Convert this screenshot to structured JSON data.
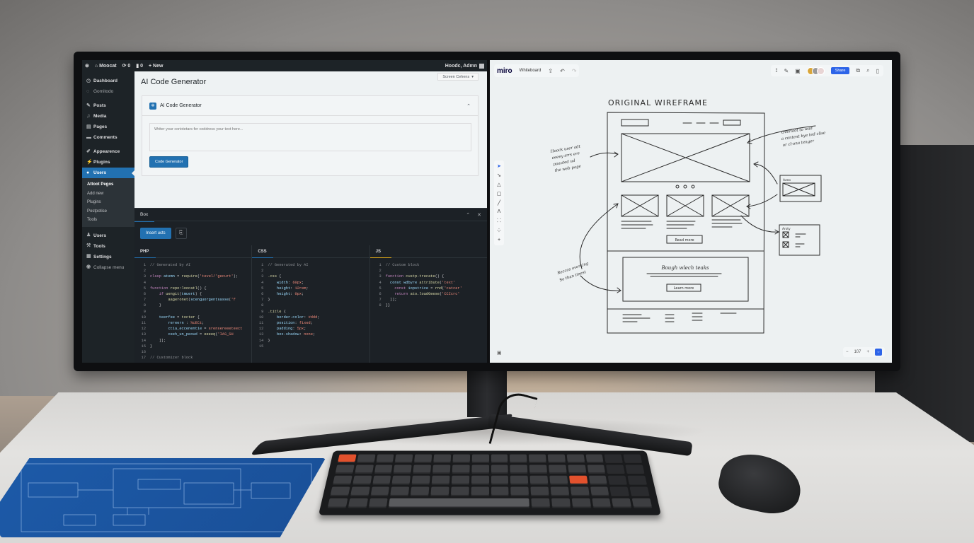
{
  "left_screen": {
    "admin_bar": {
      "site_name": "Moocat",
      "updates_count": "0",
      "comments_count": "0",
      "new_label": "+ New",
      "greeting": "Hoodc, Admn"
    },
    "sidebar": {
      "items": [
        {
          "label": "Dashboard",
          "icon": "dashboard-icon"
        },
        {
          "label": "Gomitodo",
          "icon": "gauge-icon"
        },
        {
          "label": "Posts",
          "icon": "pin-icon"
        },
        {
          "label": "Media",
          "icon": "media-icon"
        },
        {
          "label": "Pages",
          "icon": "pages-icon"
        },
        {
          "label": "Comments",
          "icon": "comment-icon"
        },
        {
          "label": "Appearence",
          "icon": "brush-icon"
        },
        {
          "label": "Plugins",
          "icon": "plug-icon"
        },
        {
          "label": "Users",
          "icon": "users-icon",
          "active": true
        }
      ],
      "submenu": [
        "Attoot Pegos",
        "Add new",
        "Plugins",
        "Postpotise",
        "Tools"
      ],
      "items_after": [
        {
          "label": "Users",
          "icon": "user-icon"
        },
        {
          "label": "Tools",
          "icon": "wrench-icon"
        },
        {
          "label": "Settings",
          "icon": "settings-icon"
        },
        {
          "label": "Collapse menu",
          "icon": "collapse-icon"
        }
      ]
    },
    "content": {
      "page_title": "AI Code Generator",
      "screen_options": "Screen Cehens",
      "postbox_title": "AI Code Generator",
      "textarea_placeholder": "Writer your coriotetars fer coddress your text here...",
      "generate_button": "Code Generator"
    },
    "code_panel": {
      "tab": "Box",
      "insert_button": "Insert ucts",
      "columns": [
        {
          "name": "PHP",
          "accent": "#2271b1",
          "lines": [
            {
              "n": "1",
              "html": "<span class='c-cm'>// Generated by AI</span>"
            },
            {
              "n": "2",
              "html": ""
            },
            {
              "n": "3",
              "html": "<span class='c-kw'>clasp</span> <span class='c-var'>atemn</span> = <span class='c-fn'>require</span>(<span class='c-str'>'tevel/'gecurt'</span>);"
            },
            {
              "n": "4",
              "html": ""
            },
            {
              "n": "5",
              "html": "<span class='c-kw'>function</span> <span class='c-fn'>repo:loocatl</span>() {"
            },
            {
              "n": "6",
              "html": "    <span class='c-kw'>if</span> <span class='c-fn'>uengit</span>(<span class='c-var'>tmuert</span>) {"
            },
            {
              "n": "7",
              "html": "        <span class='c-fn'>aageronet</span>(<span class='c-var'>scenguorgentsasse</span>(<span class='c-str'>'f</span>"
            },
            {
              "n": "8",
              "html": "    }"
            },
            {
              "n": "9",
              "html": ""
            },
            {
              "n": "10",
              "html": "    <span class='c-var'>teerfee</span> = <span class='c-fn'>tocter</span> {"
            },
            {
              "n": "11",
              "html": "        <span class='c-pr'>rereern</span> : <span class='c-str'>%cECt</span>;"
            },
            {
              "n": "12",
              "html": "        <span class='c-pr'>ctia_eccenentie</span> = <span class='c-str'>srensereeeteect</span>"
            },
            {
              "n": "13",
              "html": "        <span class='c-pr'>ceeh_un_peoud</span> = <span class='c-fn'>eeeeq</span>(<span class='c-str'>'IAS_SH</span>"
            },
            {
              "n": "14",
              "html": "    ]];"
            },
            {
              "n": "15",
              "html": "}"
            },
            {
              "n": "16",
              "html": ""
            },
            {
              "n": "17",
              "html": "<span class='c-cm'>// Customizer block</span>"
            }
          ]
        },
        {
          "name": "CSS",
          "accent": "#2271b1",
          "lines": [
            {
              "n": "1",
              "html": "<span class='c-cm'>// Generated by AI</span>"
            },
            {
              "n": "2",
              "html": ""
            },
            {
              "n": "3",
              "html": "<span class='c-fn'>.css</span> {"
            },
            {
              "n": "4",
              "html": "    <span class='c-pr'>width</span>: <span class='c-str'>60px</span>;"
            },
            {
              "n": "5",
              "html": "    <span class='c-pr'>height</span>: <span class='c-str'>12rem</span>;"
            },
            {
              "n": "6",
              "html": "    <span class='c-pr'>height</span>: <span class='c-str'>0px</span>;"
            },
            {
              "n": "7",
              "html": "}"
            },
            {
              "n": "8",
              "html": ""
            },
            {
              "n": "9",
              "html": "<span class='c-fn'>.title</span> {"
            },
            {
              "n": "10",
              "html": "    <span class='c-pr'>border-color</span>: <span class='c-str'>#ddd</span>;"
            },
            {
              "n": "11",
              "html": "    <span class='c-pr'>position</span>: <span class='c-str'>fixed</span>;"
            },
            {
              "n": "12",
              "html": "    <span class='c-pr'>padding</span>: <span class='c-str'>5px</span>;"
            },
            {
              "n": "13",
              "html": "    <span class='c-pr'>box-shadow</span>: <span class='c-str'>none</span>;"
            },
            {
              "n": "14",
              "html": "}"
            },
            {
              "n": "15",
              "html": ""
            }
          ]
        },
        {
          "name": "JS",
          "accent": "#dba617",
          "lines": [
            {
              "n": "1",
              "html": "<span class='c-cm'>// Custom block</span>"
            },
            {
              "n": "2",
              "html": ""
            },
            {
              "n": "3",
              "html": "<span class='c-kw'>function</span> <span class='c-fn'>custp-trecate</span>() {"
            },
            {
              "n": "4",
              "html": "  <span class='c-var'>const</span> <span class='c-pr'>wdbyre</span> <span class='c-fn'>attribute</span>(<span class='c-str'>'text'</span>"
            },
            {
              "n": "5",
              "html": "    <span class='c-kw'>const</span> <span class='c-var'>iopstrice</span> = <span class='c-fn'>rnd</span>(<span class='c-str'>'catcer'</span>"
            },
            {
              "n": "6",
              "html": "    <span class='c-kw'>return</span> <span class='c-fn'>ato.loadGeese</span>(<span class='c-str'>'CCIcrc'</span>"
            },
            {
              "n": "7",
              "html": "  ]];"
            },
            {
              "n": "8",
              "html": "}}"
            }
          ]
        }
      ]
    }
  },
  "right_screen": {
    "app": "miro",
    "board_name": "Whiteboard",
    "share_label": "Share",
    "zoom_level": "107",
    "wireframe": {
      "title": "ORIGINAL WIREFRAME",
      "note_left_top": [
        "Hoock user adt",
        "eeeey srrs ere",
        "poaated ud",
        "the web page"
      ],
      "note_right_top": [
        "Overlaot to wad",
        "a content bye ted clise",
        "or cl-ona tenger"
      ],
      "note_left_bottom": [
        "Reccos overking",
        "So than tinest"
      ],
      "read_more": "Read more",
      "cta_text": "Bough wlech teaks",
      "cta_button": "Learn more",
      "side_card_1": "Azeo",
      "side_card_2": "Arsty"
    },
    "toolbar_icons": [
      "select-icon",
      "cursor-icon",
      "shape-icon",
      "sticky-icon",
      "pen-icon",
      "text-icon",
      "connect-icon",
      "template-icon",
      "more-icon"
    ]
  }
}
